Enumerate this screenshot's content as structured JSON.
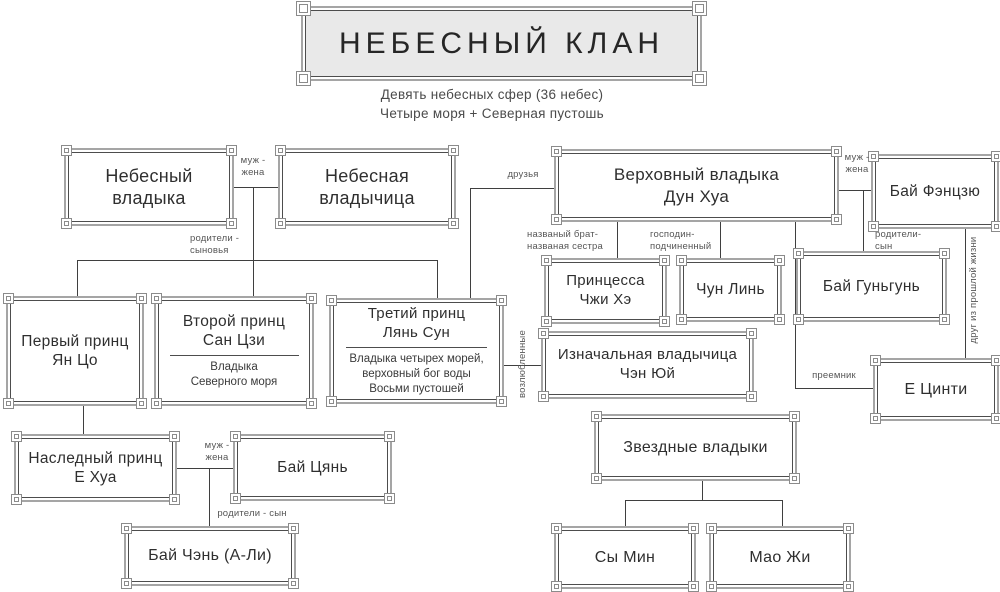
{
  "title": "НЕБЕСНЫЙ КЛАН",
  "subtitle": {
    "line1": "Девять небесных сфер (36 небес)",
    "line2": "Четыре моря + Северная пустошь"
  },
  "nodes": {
    "heavenly_lord": {
      "name": "Небесный\nвладыка"
    },
    "heavenly_lady": {
      "name": "Небесная\nвладычица"
    },
    "dong_hua": {
      "name": "Верховный владыка\nДун Хуа"
    },
    "bai_fengjiu": {
      "name": "Бай Фэнцзю"
    },
    "first_prince": {
      "name": "Первый принц\nЯн Цо"
    },
    "second_prince": {
      "name": "Второй принц\nСан Цзи",
      "role": "Владыка\nСеверного моря"
    },
    "third_prince": {
      "name": "Третий принц\nЛянь Сун",
      "role": "Владыка четырех морей,\nверховный бог воды\nВосьми пустошей"
    },
    "zhi_he": {
      "name": "Принцесса\nЧжи Хэ"
    },
    "chun_lin": {
      "name": "Чун Линь"
    },
    "bai_gungun": {
      "name": "Бай Гуньгунь"
    },
    "cheng_yu": {
      "name": "Изначальная владычица\nЧэн Юй"
    },
    "ye_qingti": {
      "name": "Е Цинти"
    },
    "ye_hua": {
      "name": "Наследный принц\nЕ Хуа"
    },
    "bai_qian": {
      "name": "Бай Цянь"
    },
    "bai_chen": {
      "name": "Бай Чэнь (А-Ли)"
    },
    "star_lords": {
      "name": "Звездные владыки"
    },
    "si_ming": {
      "name": "Сы Мин"
    },
    "mao_zhi": {
      "name": "Мао Жи"
    }
  },
  "labels": {
    "husband_wife_1": "муж -\nжена",
    "parents_sons": "родители -\nсыновья",
    "friends": "друзья",
    "sworn_brother_sister": "названый брат-\nназваная сестра",
    "master_subordinate": "господин-\nподчиненный",
    "parents_son_right": "родители-\nсын",
    "husband_wife_2": "муж -\nжена",
    "successor": "преемник",
    "lovers": "возлюбленные",
    "past_life_friend": "друг из прошлой жизни",
    "husband_wife_3": "муж -\nжена",
    "parents_son_bottom": "родители - сын"
  },
  "colors": {
    "background": "#ffffff",
    "line": "#3f3f3f",
    "box_inner_border": "#4d4d4d",
    "box_outer_border": "#a5a5a5",
    "title_background": "#e9e9e9",
    "label_text": "#565656",
    "node_text": "#2f2f2f"
  }
}
